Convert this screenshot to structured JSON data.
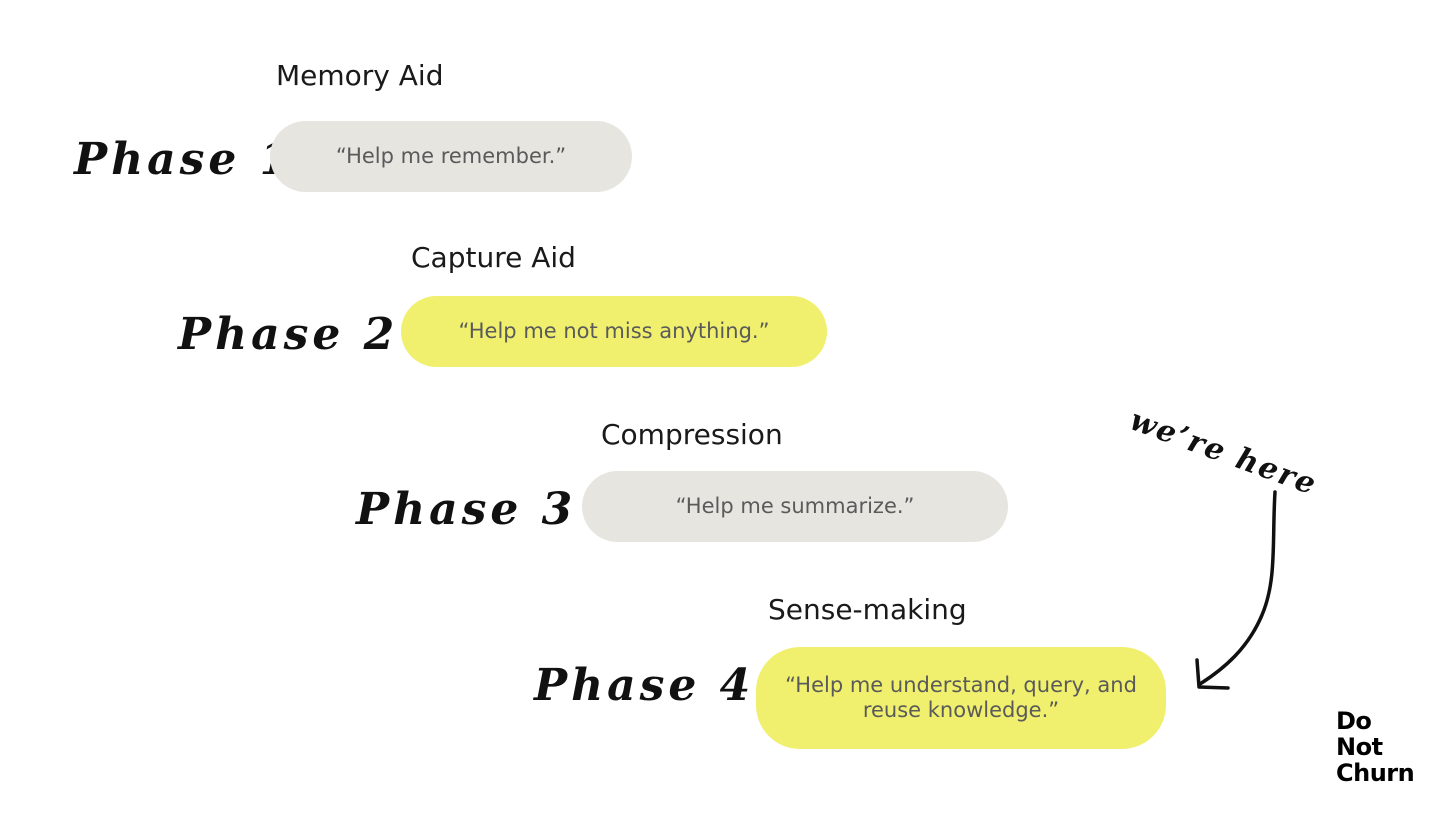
{
  "phases": [
    {
      "label": "Phase 1",
      "title": "Memory Aid",
      "quote": "“Help me remember.”",
      "color": "#e6e5e0"
    },
    {
      "label": "Phase 2",
      "title": "Capture Aid",
      "quote": "“Help me not miss anything.”",
      "color": "#f0f06e"
    },
    {
      "label": "Phase 3",
      "title": "Compression",
      "quote": "“Help me summarize.”",
      "color": "#e6e5e0"
    },
    {
      "label": "Phase 4",
      "title": "Sense-making",
      "quote": "“Help me understand, query, and reuse knowledge.”",
      "color": "#f0f06e"
    }
  ],
  "annotation": {
    "text": "we’re here",
    "icon": "curved-arrow-icon"
  },
  "brand": {
    "line1": "Do",
    "line2": "Not",
    "line3": "Churn"
  }
}
